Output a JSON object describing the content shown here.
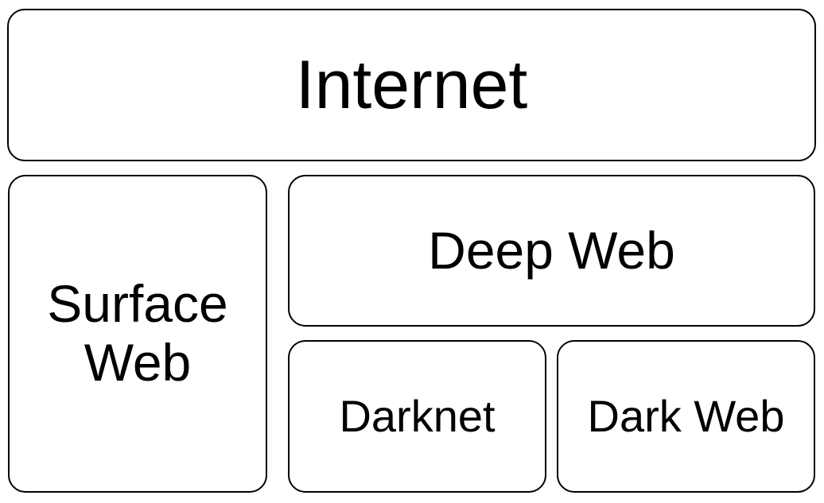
{
  "diagram": {
    "internet": {
      "label": "Internet"
    },
    "surface_web": {
      "line1": "Surface",
      "line2": "Web"
    },
    "deep_web": {
      "label": "Deep Web"
    },
    "darknet": {
      "label": "Darknet"
    },
    "dark_web": {
      "label": "Dark Web"
    }
  },
  "colors": {
    "border": "#000000",
    "fill": "#ffffff",
    "text": "#000000"
  }
}
